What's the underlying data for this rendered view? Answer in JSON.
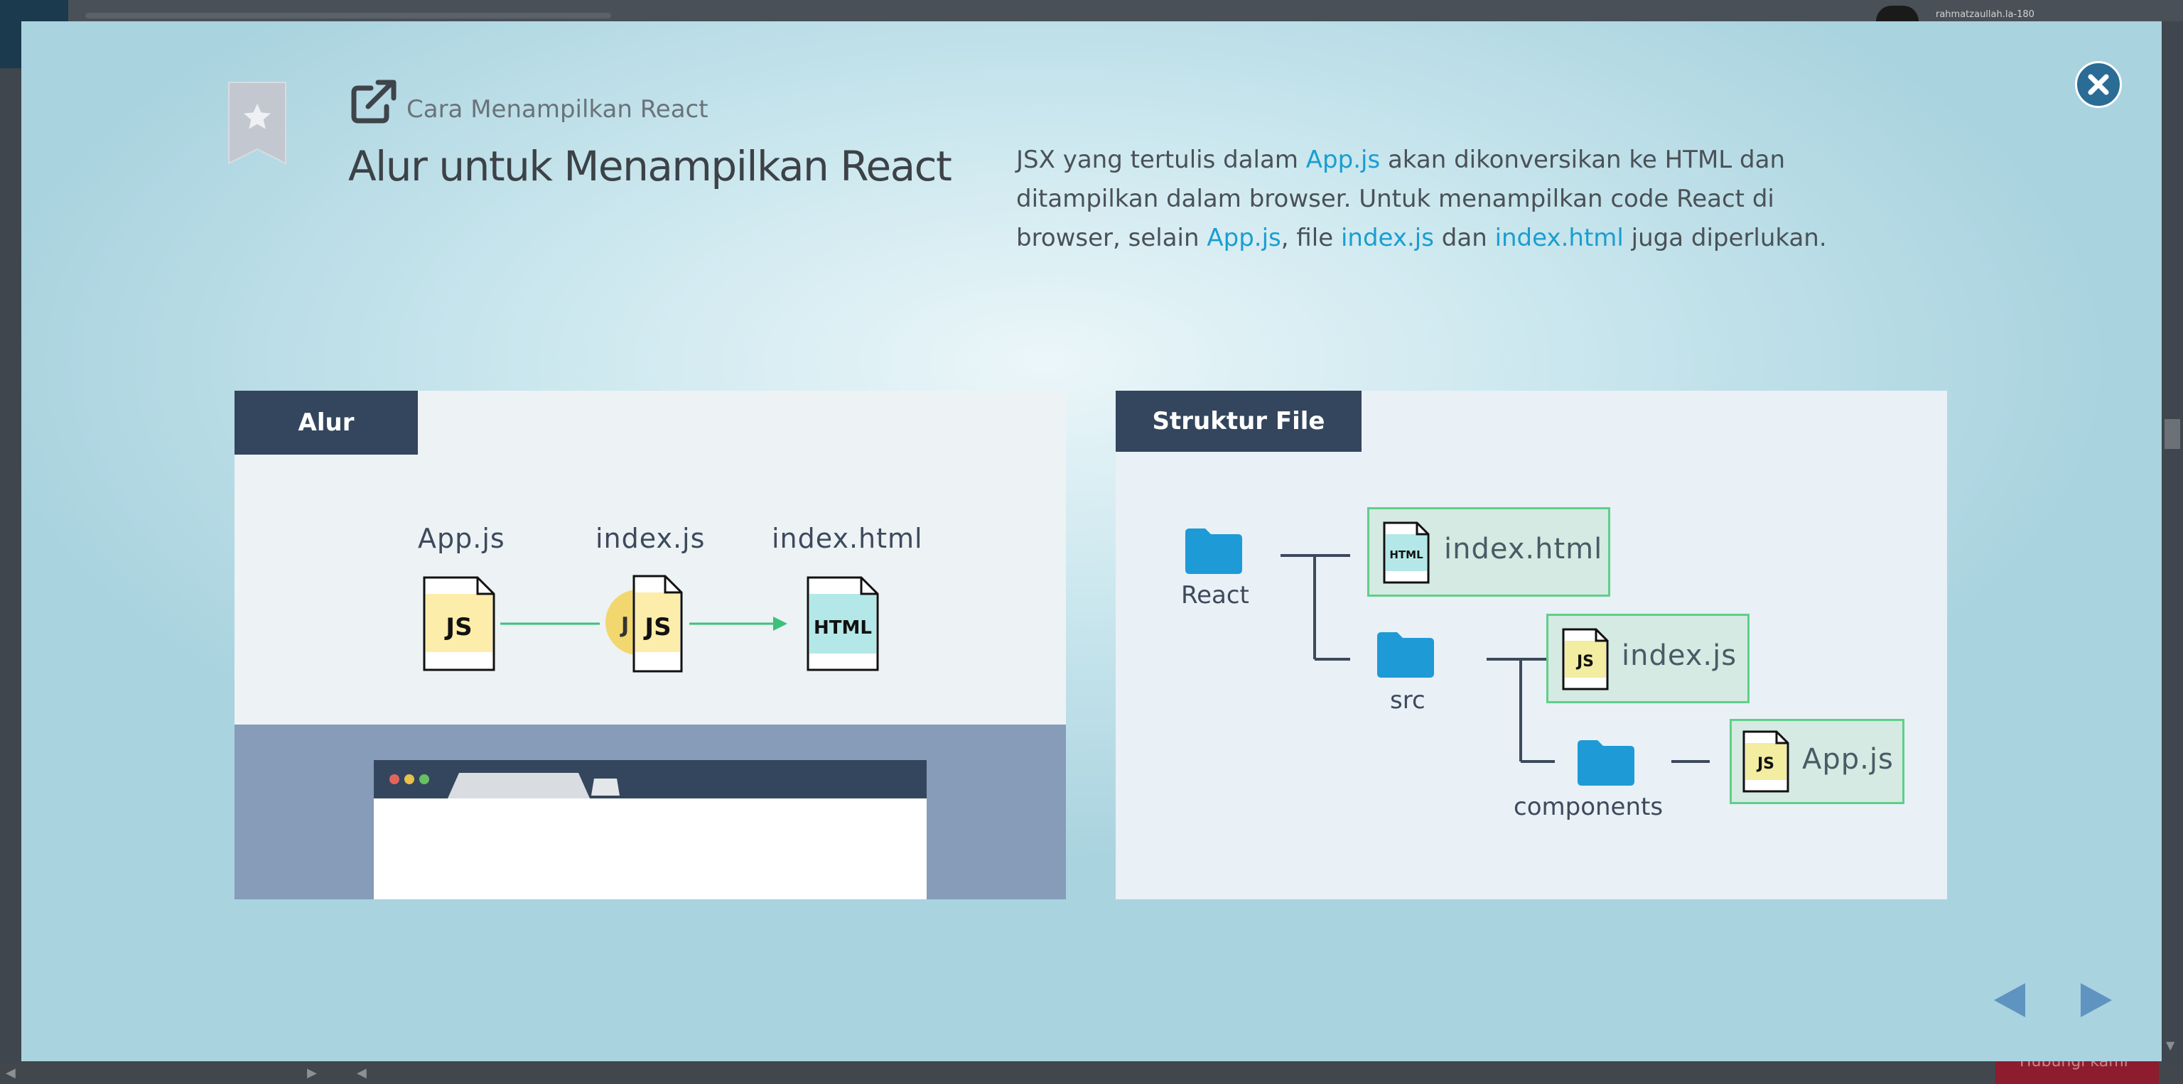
{
  "background": {
    "user_text": "rahmatzaullah.la-180",
    "bottom_button": "Hubungi kami"
  },
  "slide": {
    "breadcrumb": "Cara Menampilkan React",
    "title": "Alur untuk Menampilkan React",
    "description": [
      {
        "text": "JSX yang tertulis dalam ",
        "hl": false
      },
      {
        "text": "App.js",
        "hl": true
      },
      {
        "text": " akan dikonversikan ke HTML dan",
        "hl": false
      },
      {
        "br": true
      },
      {
        "text": "ditampilkan dalam browser. Untuk menampilkan code React di",
        "hl": false
      },
      {
        "br": true
      },
      {
        "text": "browser, selain ",
        "hl": false
      },
      {
        "text": "App.js",
        "hl": true
      },
      {
        "text": ", file ",
        "hl": false
      },
      {
        "text": "index.js",
        "hl": true
      },
      {
        "text": " dan ",
        "hl": false
      },
      {
        "text": "index.html",
        "hl": true
      },
      {
        "text": " juga diperlukan.",
        "hl": false
      }
    ],
    "highlight_color": "#1a9ed0"
  },
  "alur": {
    "label": "Alur",
    "files": [
      {
        "name": "App.js",
        "icon_text": "JS"
      },
      {
        "name": "index.js",
        "icon_text": "JS",
        "partial_text": "J"
      },
      {
        "name": "index.html",
        "icon_text": "HTML"
      }
    ]
  },
  "struktur": {
    "label": "Struktur File",
    "folders": {
      "root": "React",
      "src": "src",
      "components": "components"
    },
    "files": [
      {
        "name": "index.html",
        "icon_text": "HTML"
      },
      {
        "name": "index.js",
        "icon_text": "JS"
      },
      {
        "name": "App.js",
        "icon_text": "JS"
      }
    ]
  },
  "colors": {
    "panel_header": "#34465d",
    "accent_green": "#3cc07a",
    "folder_blue": "#1e9ad6",
    "close_button": "#2a6c95",
    "nav_arrow": "#5f93c0"
  }
}
